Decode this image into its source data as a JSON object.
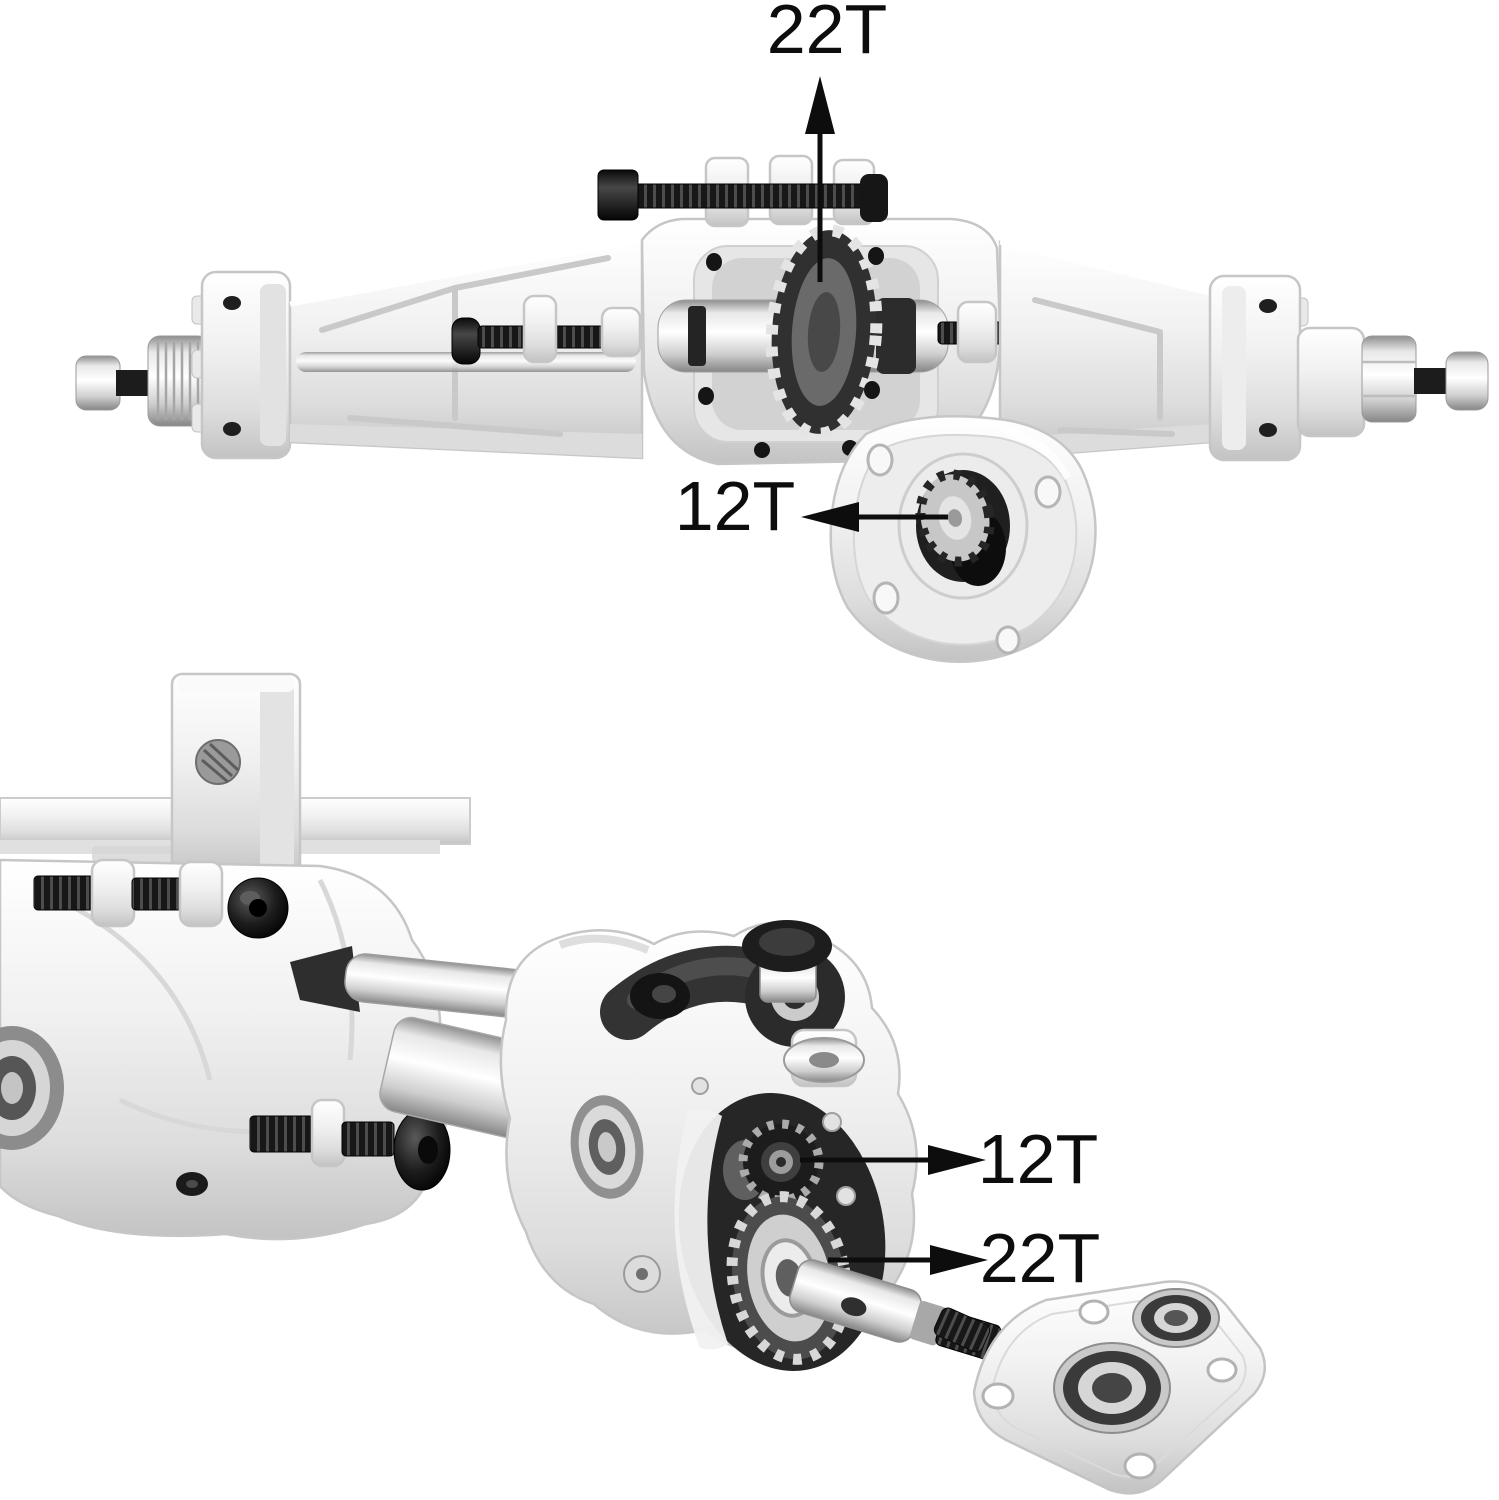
{
  "labels": {
    "rear_axle_ring_gear": "22T",
    "pinion_cover_gear": "12T",
    "portal_input_gear": "12T",
    "portal_output_gear": "22T"
  },
  "palette": {
    "background": "#ffffff",
    "annotation_line": "#0d0d0d",
    "metal_light": "#f2f2f2",
    "metal_mid": "#d8d8d8",
    "metal_dark": "#9a9a9a",
    "hardware_black": "#1b1b1b"
  }
}
